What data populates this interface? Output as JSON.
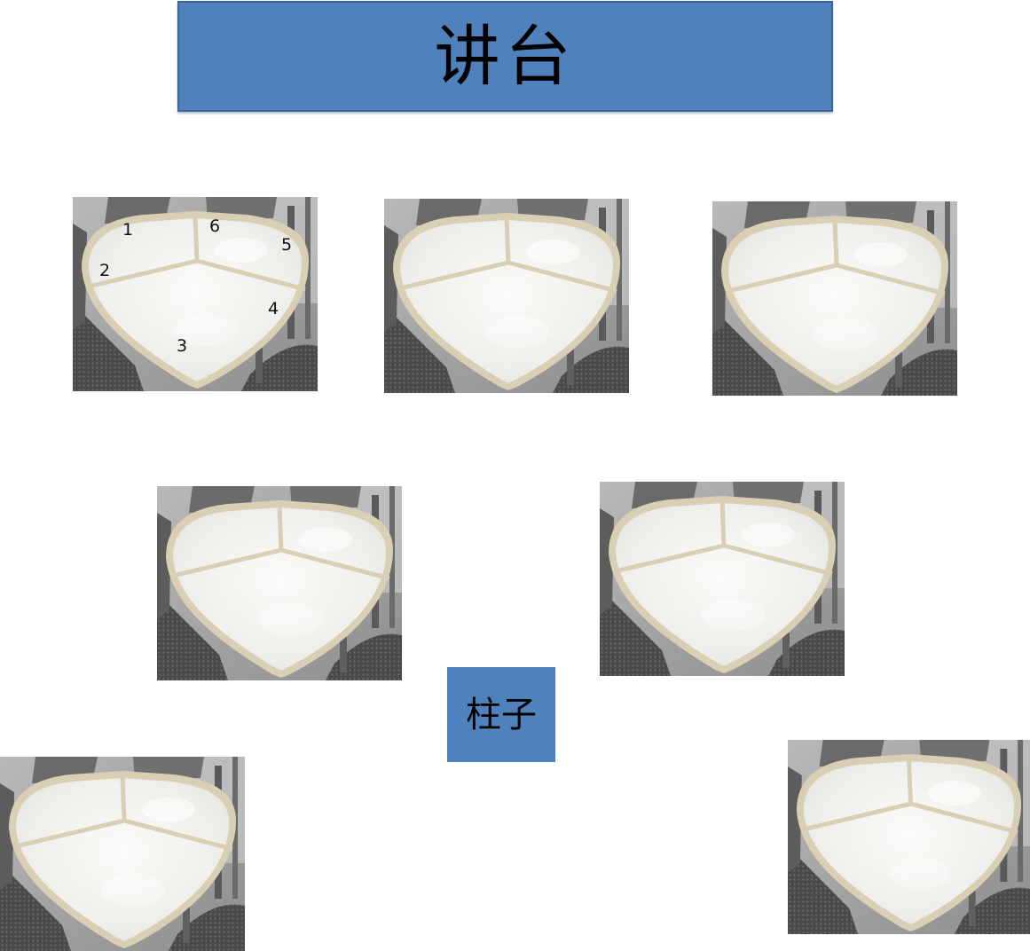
{
  "podium": {
    "label": "讲台"
  },
  "pillar": {
    "label": "柱子"
  },
  "tables": [
    {
      "id": "table-1",
      "seat_numbers": [
        "1",
        "2",
        "3",
        "4",
        "5",
        "6"
      ]
    },
    {
      "id": "table-2",
      "seat_numbers": []
    },
    {
      "id": "table-3",
      "seat_numbers": []
    },
    {
      "id": "table-4",
      "seat_numbers": []
    },
    {
      "id": "table-5",
      "seat_numbers": []
    },
    {
      "id": "table-6",
      "seat_numbers": []
    },
    {
      "id": "table-7",
      "seat_numbers": []
    }
  ],
  "colors": {
    "box_fill": "#4f81bd",
    "table_top": "#f1f1ee",
    "table_edge": "#d8cfb4",
    "floor": "#a9a9a9",
    "chair": "#555555"
  }
}
